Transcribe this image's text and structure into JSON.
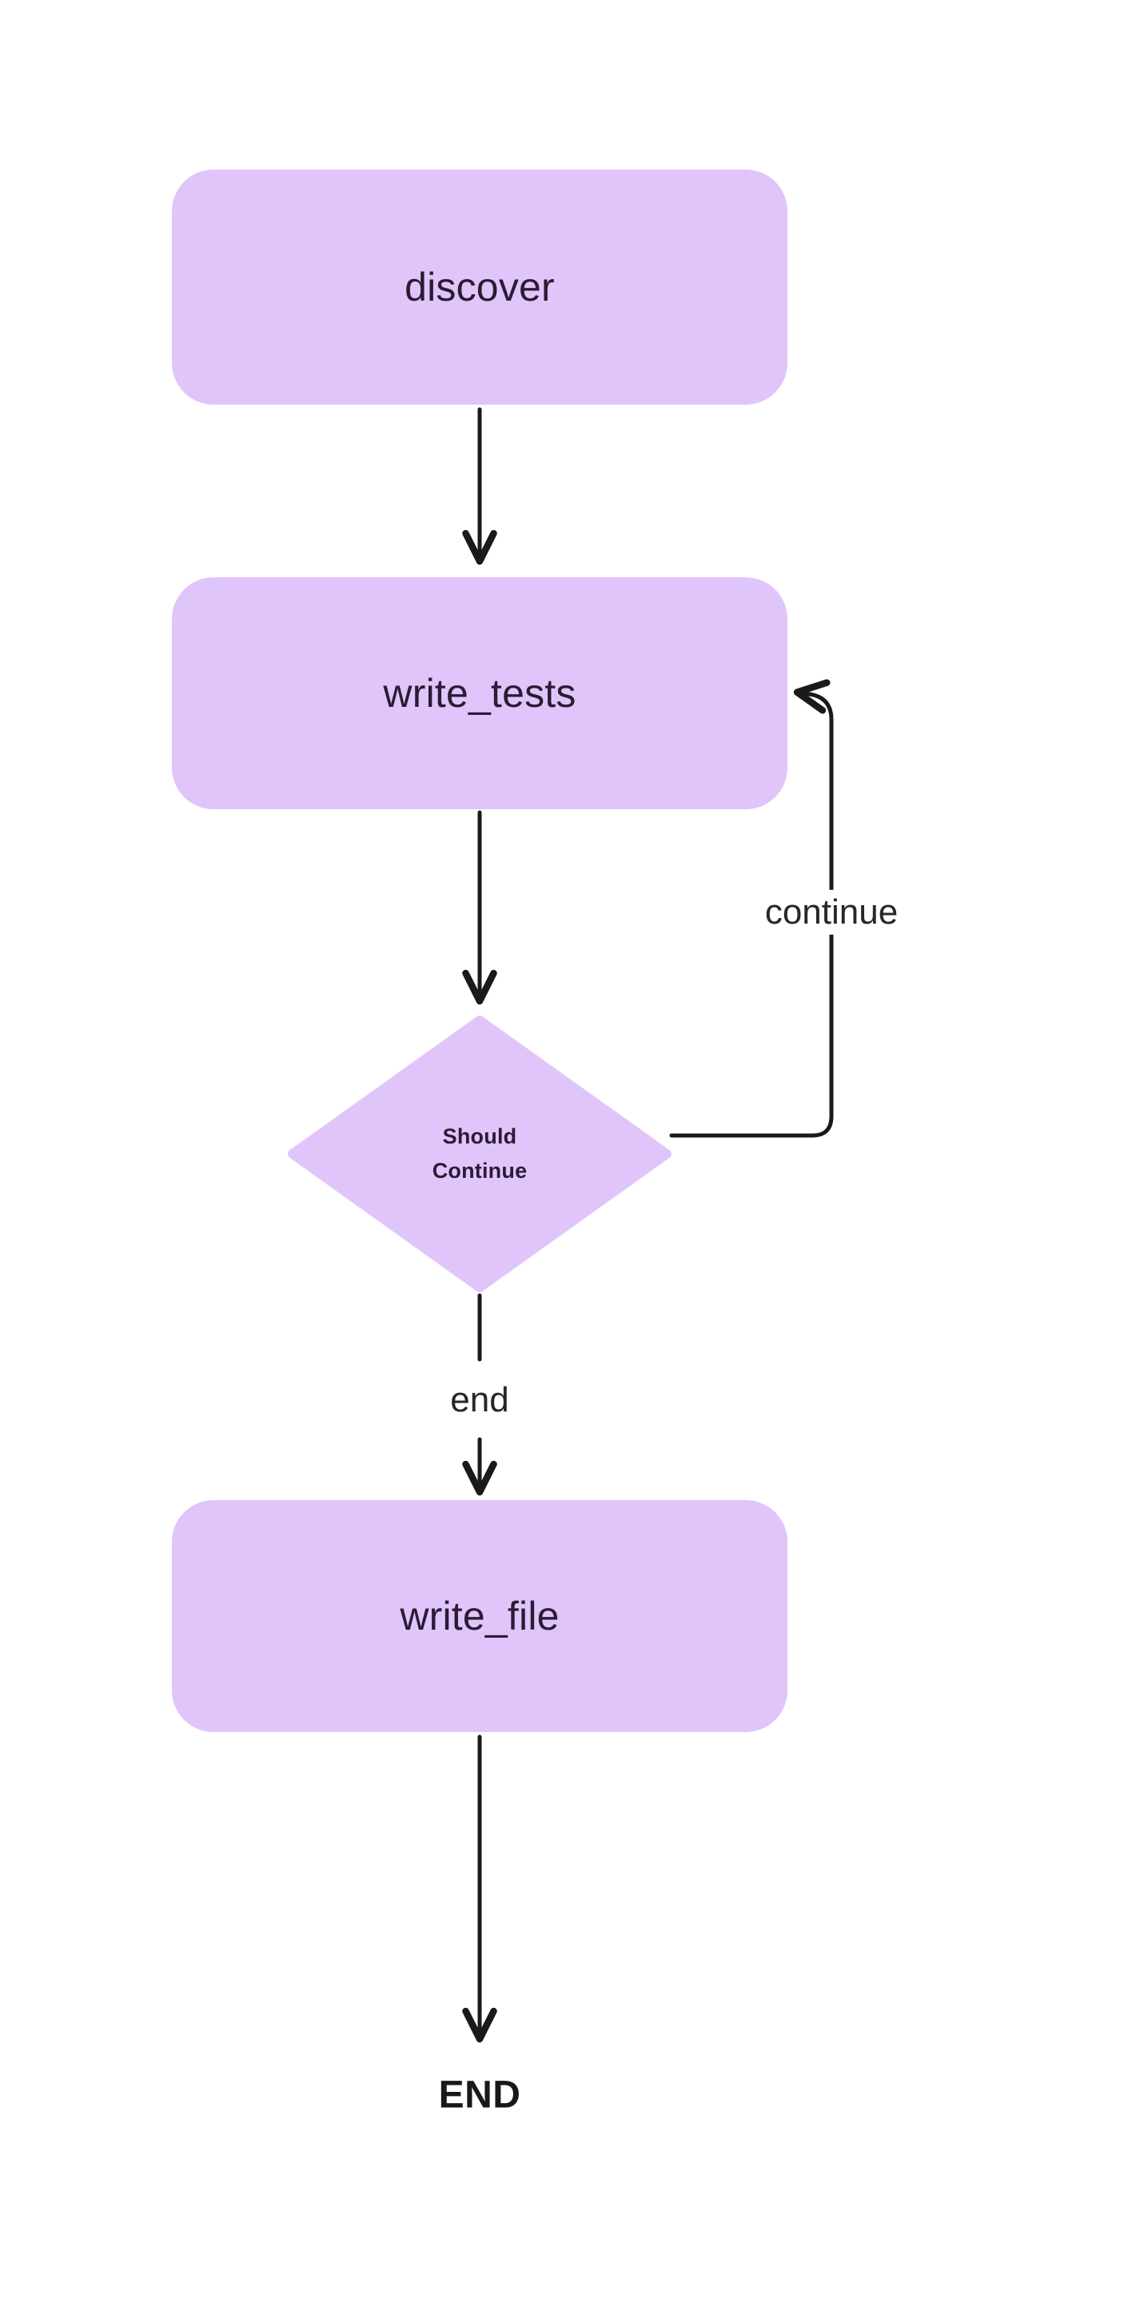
{
  "diagram": {
    "type": "flowchart",
    "orientation": "top-to-bottom",
    "background_color": "#FFFFFF",
    "node_fill_color": "#E0C5FB",
    "node_text_color": "#2B1B33",
    "edge_color": "#1A1A1A",
    "edge_label_color": "#27262B",
    "terminal_text_color": "#17181A",
    "nodes": [
      {
        "id": "discover",
        "label": "discover",
        "shape": "rounded-rect"
      },
      {
        "id": "write_tests",
        "label": "write_tests",
        "shape": "rounded-rect"
      },
      {
        "id": "should_continue",
        "label_line1": "Should",
        "label_line2": "Continue",
        "shape": "diamond"
      },
      {
        "id": "write_file",
        "label": "write_file",
        "shape": "rounded-rect"
      },
      {
        "id": "end",
        "label": "END",
        "shape": "terminal-text"
      }
    ],
    "edges": [
      {
        "from": "discover",
        "to": "write_tests",
        "label": ""
      },
      {
        "from": "write_tests",
        "to": "should_continue",
        "label": ""
      },
      {
        "from": "should_continue",
        "to": "write_tests",
        "label": "continue"
      },
      {
        "from": "should_continue",
        "to": "write_file",
        "label": "end"
      },
      {
        "from": "write_file",
        "to": "end",
        "label": ""
      }
    ],
    "edge_labels": {
      "continue": "continue",
      "end": "end"
    }
  }
}
